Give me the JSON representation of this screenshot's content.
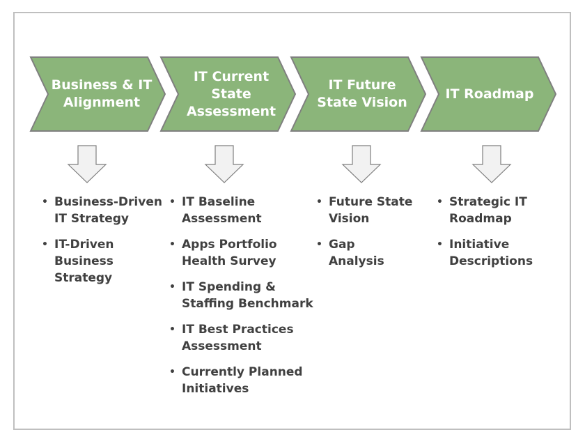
{
  "colors": {
    "chevron_fill": "#8bb57a",
    "chevron_stroke": "#7f7f7f",
    "arrow_fill": "#f2f2f2",
    "arrow_stroke": "#7f7f7f",
    "text": "#404040"
  },
  "phases": [
    {
      "title": "Business & IT Alignment",
      "items": [
        "Business-Driven IT Strategy",
        "IT-Driven Business Strategy"
      ]
    },
    {
      "title": "IT Current State Assessment",
      "items": [
        "IT Baseline Assessment",
        "Apps Portfolio Health Survey",
        "IT Spending & Staffing Benchmark",
        "IT Best Practices Assessment",
        "Currently Planned Initiatives"
      ]
    },
    {
      "title": "IT Future State Vision",
      "items": [
        "Future State Vision",
        "Gap Analysis"
      ]
    },
    {
      "title": "IT Roadmap",
      "items": [
        "Strategic IT Roadmap",
        "Initiative Descriptions"
      ]
    }
  ]
}
